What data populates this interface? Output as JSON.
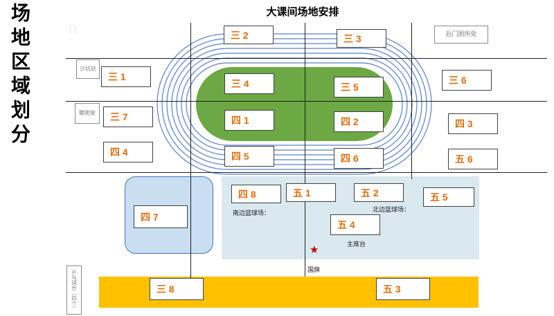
{
  "page": {
    "main_title": "大课间场地安排",
    "side_title": "场地区域划分"
  },
  "zones": [
    {
      "id": "3-2",
      "label": "三 2"
    },
    {
      "id": "3-3",
      "label": "三 3"
    },
    {
      "id": "3-1",
      "label": "三 1"
    },
    {
      "id": "3-4",
      "label": "三 4"
    },
    {
      "id": "3-5",
      "label": "三 5"
    },
    {
      "id": "3-6",
      "label": "三 6"
    },
    {
      "id": "3-7",
      "label": "三 7"
    },
    {
      "id": "4-1",
      "label": "四 1"
    },
    {
      "id": "4-2",
      "label": "四 2"
    },
    {
      "id": "4-3",
      "label": "四 3"
    },
    {
      "id": "4-4",
      "label": "四 4"
    },
    {
      "id": "4-5",
      "label": "四 5"
    },
    {
      "id": "4-6",
      "label": "四 6"
    },
    {
      "id": "5-6",
      "label": "五 6"
    },
    {
      "id": "4-8",
      "label": "四 8"
    },
    {
      "id": "5-1",
      "label": "五 1"
    },
    {
      "id": "5-2",
      "label": "五 2"
    },
    {
      "id": "5-5",
      "label": "五 5"
    },
    {
      "id": "4-7",
      "label": "四 7"
    },
    {
      "id": "5-4",
      "label": "五 4"
    },
    {
      "id": "3-8",
      "label": "三 8"
    },
    {
      "id": "5-3",
      "label": "五 3"
    }
  ],
  "facilities": {
    "back_toilet": "后门厕所处",
    "sand_pit": "沙坑处",
    "climbing_frame": "攀爬架",
    "pingpong_tables": "乒乓球台（四个）",
    "south_basketball": "南边篮球场：",
    "north_basketball": "北边篮球场：",
    "podium": "主席台",
    "flag": "国旗"
  },
  "icons": {
    "flag_star": "★",
    "anchor_grip": "⋮⋮"
  },
  "colors": {
    "zone_text": "#e36c0a",
    "track_line": "#4472c4",
    "infield_green": "#6ca843",
    "court_fill": "#dae8ef",
    "corner_fill": "#c9def1",
    "bottom_bar": "#ffc000",
    "star_red": "#c00000"
  }
}
